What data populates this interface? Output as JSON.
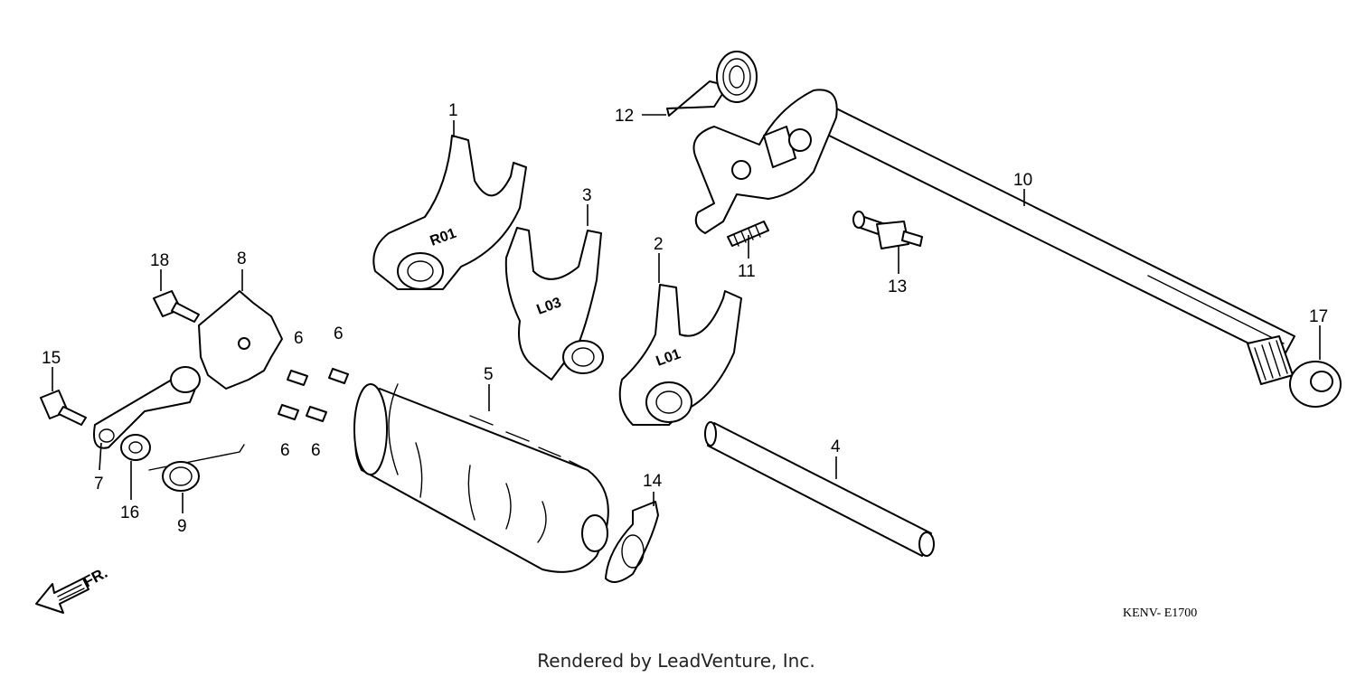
{
  "callouts": [
    "1",
    "2",
    "3",
    "4",
    "5",
    "6",
    "6",
    "6",
    "6",
    "7",
    "8",
    "9",
    "10",
    "11",
    "12",
    "13",
    "14",
    "15",
    "16",
    "17",
    "18"
  ],
  "fork_markings": {
    "fork_1": "R01",
    "fork_2": "L01",
    "fork_3": "L03"
  },
  "direction_label": "FR.",
  "diagram_code": "KENV- E1700",
  "credit": "Rendered by LeadVenture, Inc."
}
